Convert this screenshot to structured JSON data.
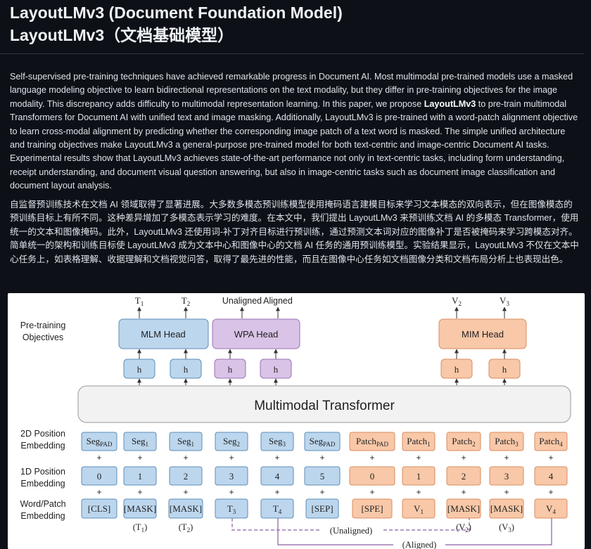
{
  "title_en": "LayoutLMv3 (Document Foundation Model)",
  "title_zh": "LayoutLMv3（文档基础模型）",
  "abstract_en_before": "Self-supervised pre-training techniques have achieved remarkable progress in Document AI. Most multimodal pre-trained models use a masked language modeling objective to learn bidirectional representations on the text modality, but they differ in pre-training objectives for the image modality. This discrepancy adds difficulty to multimodal representation learning. In this paper, we propose ",
  "abstract_en_bold": "LayoutLMv3",
  "abstract_en_after": " to pre-train multimodal Transformers for Document AI with unified text and image masking. Additionally, LayoutLMv3 is pre-trained with a word-patch alignment objective to learn cross-modal alignment by predicting whether the corresponding image patch of a text word is masked. The simple unified architecture and training objectives make LayoutLMv3 a general-purpose pre-trained model for both text-centric and image-centric Document AI tasks. Experimental results show that LayoutLMv3 achieves state-of-the-art performance not only in text-centric tasks, including form understanding, receipt understanding, and document visual question answering, but also in image-centric tasks such as document image classification and document layout analysis.",
  "abstract_zh": "自监督预训练技术在文档 AI 领域取得了显著进展。大多数多模态预训练模型使用掩码语言建模目标来学习文本模态的双向表示，但在图像模态的预训练目标上有所不同。这种差异增加了多模态表示学习的难度。在本文中，我们提出 LayoutLMv3 来预训练文档 AI 的多模态 Transformer，使用统一的文本和图像掩码。此外，LayoutLMv3 还使用词-补丁对齐目标进行预训练，通过预测文本词对应的图像补丁是否被掩码来学习跨模态对齐。简单统一的架构和训练目标使 LayoutLMv3 成为文本中心和图像中心的文档 AI 任务的通用预训练模型。实验结果显示，LayoutLMv3 不仅在文本中心任务上，如表格理解、收据理解和文档视觉问答，取得了最先进的性能，而且在图像中心任务如文档图像分类和文档布局分析上也表现出色。",
  "figure": {
    "colors": {
      "text": "#bcd6ed",
      "wpa": "#d9c3e6",
      "image": "#f8c8a8",
      "text_border": "#5b8db8",
      "wpa_border": "#9b72b5",
      "image_border": "#d98c5f",
      "transformer": "#f2f2f2",
      "dash": "#8a5fa8"
    },
    "objectives_label": [
      "Pre-training",
      "Objectives"
    ],
    "heads": {
      "mlm": "MLM Head",
      "wpa": "WPA Head",
      "mim": "MIM Head"
    },
    "outputs": {
      "t1": "T",
      "t1_sub": "1",
      "t2": "T",
      "t2_sub": "2",
      "unaligned": "Unaligned",
      "aligned": "Aligned",
      "v2": "V",
      "v2_sub": "2",
      "v3": "V",
      "v3_sub": "3"
    },
    "h_label": "h",
    "transformer_label": "Multimodal Transformer",
    "row_labels": {
      "pos2d": [
        "2D Position",
        "Embedding"
      ],
      "pos1d": [
        "1D Position",
        "Embedding"
      ],
      "word": [
        "Word/Patch",
        "Embedding"
      ]
    },
    "plus": "+",
    "seg_row": [
      {
        "base": "Seg",
        "sub": "PAD"
      },
      {
        "base": "Seg",
        "sub": "1"
      },
      {
        "base": "Seg",
        "sub": "1"
      },
      {
        "base": "Seg",
        "sub": "2"
      },
      {
        "base": "Seg",
        "sub": "3"
      },
      {
        "base": "Seg",
        "sub": "PAD"
      },
      {
        "base": "Patch",
        "sub": "PAD"
      },
      {
        "base": "Patch",
        "sub": "1"
      },
      {
        "base": "Patch",
        "sub": "2"
      },
      {
        "base": "Patch",
        "sub": "3"
      },
      {
        "base": "Patch",
        "sub": "4"
      }
    ],
    "pos_row": [
      "0",
      "1",
      "2",
      "3",
      "4",
      "5",
      "0",
      "1",
      "2",
      "3",
      "4"
    ],
    "token_row": [
      {
        "base": "[CLS]",
        "sub": ""
      },
      {
        "base": "[MASK]",
        "sub": ""
      },
      {
        "base": "[MASK]",
        "sub": ""
      },
      {
        "base": "T",
        "sub": "3"
      },
      {
        "base": "T",
        "sub": "4"
      },
      {
        "base": "[SEP]",
        "sub": ""
      },
      {
        "base": "[SPE]",
        "sub": ""
      },
      {
        "base": "V",
        "sub": "1"
      },
      {
        "base": "[MASK]",
        "sub": ""
      },
      {
        "base": "[MASK]",
        "sub": ""
      },
      {
        "base": "V",
        "sub": "4"
      }
    ],
    "under_labels": [
      {
        "col": 1,
        "base": "(T",
        "sub": "1",
        "tail": ")"
      },
      {
        "col": 2,
        "base": "(T",
        "sub": "2",
        "tail": ")"
      },
      {
        "col": 8,
        "base": "(V",
        "sub": "2",
        "tail": ")"
      },
      {
        "col": 9,
        "base": "(V",
        "sub": "3",
        "tail": ")"
      }
    ],
    "unaligned_bottom": "(Unaligned)",
    "aligned_bottom": "(Aligned)"
  }
}
